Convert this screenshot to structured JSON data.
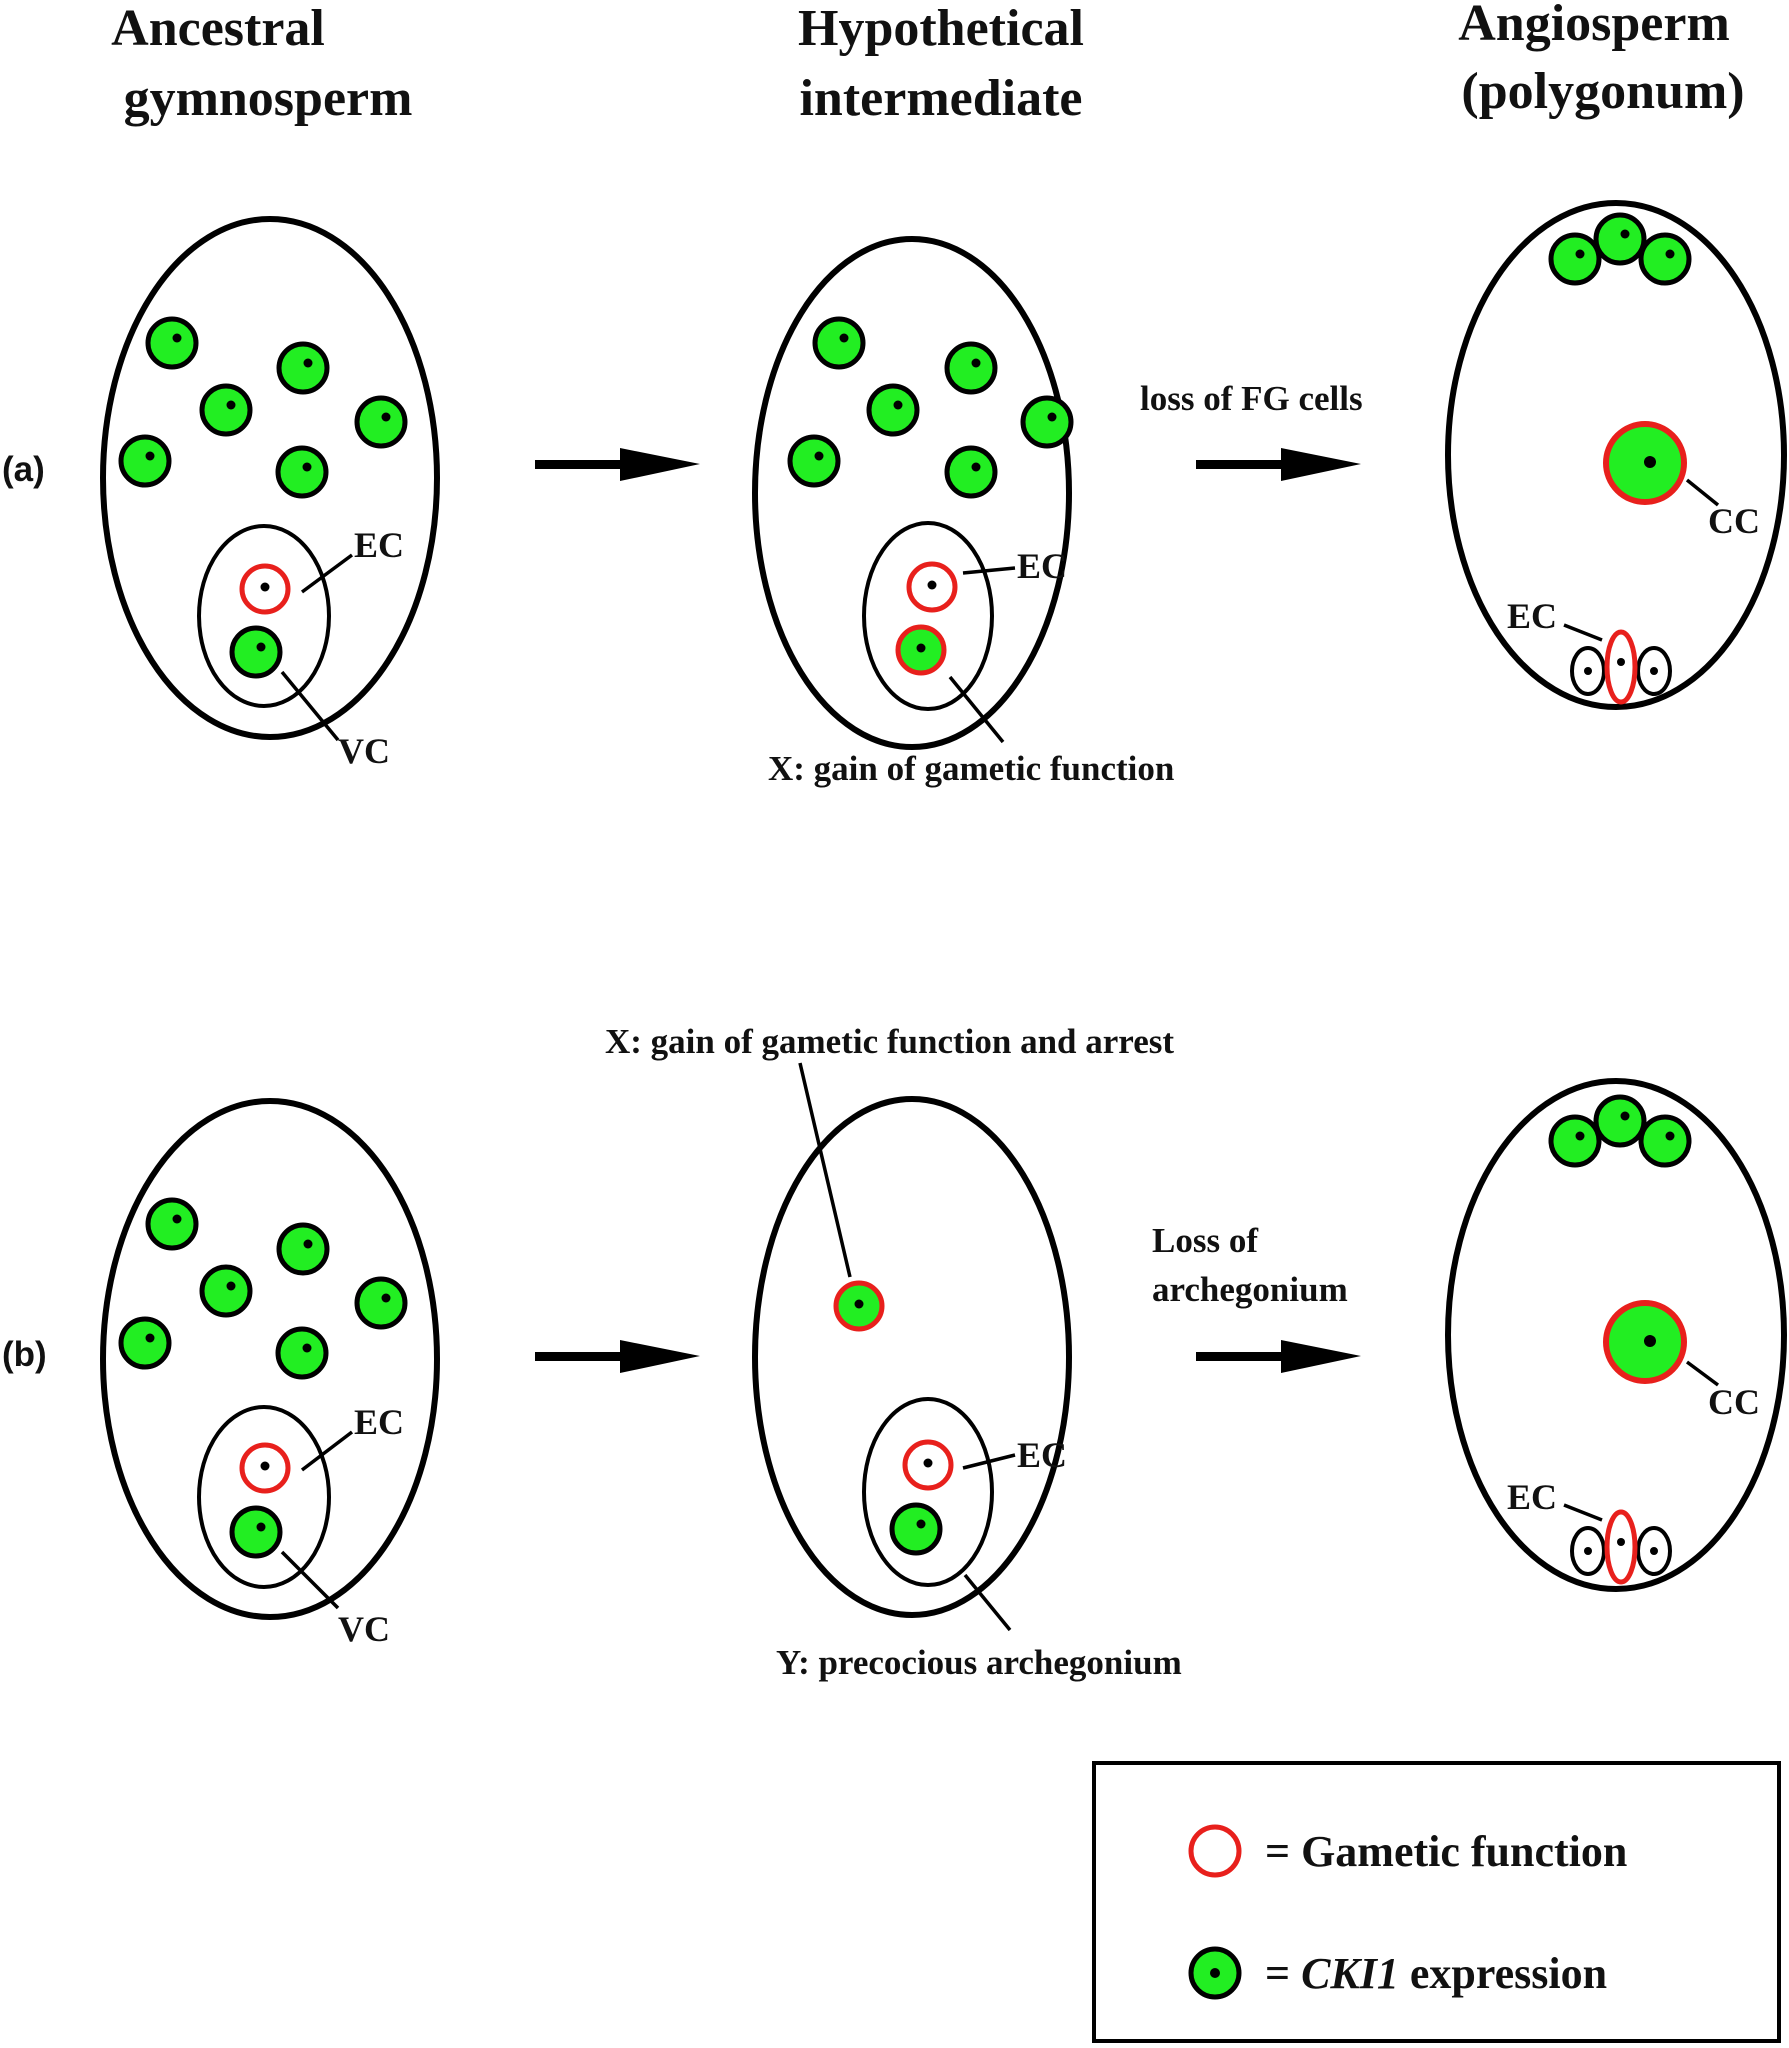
{
  "columns": {
    "col1": {
      "line1": "Ancestral",
      "line2": "gymnosperm"
    },
    "col2": {
      "line1": "Hypothetical",
      "line2": "intermediate"
    },
    "col3": {
      "line1": "Angiosperm",
      "line2": "(polygonum)"
    }
  },
  "panels": {
    "a": {
      "label": "(a)",
      "ec_label": "EC",
      "vc_label": "VC",
      "cc_label": "CC",
      "x_caption": "X: gain of gametic function",
      "transition": "loss of FG cells"
    },
    "b": {
      "label": "(b)",
      "ec_label": "EC",
      "vc_label": "VC",
      "cc_label": "CC",
      "x_caption": "X: gain of gametic function and arrest",
      "y_caption": "Y: precocious archegonium",
      "transition_line1": "Loss of",
      "transition_line2": "archegonium"
    }
  },
  "legend": {
    "gametic": "= Gametic  function",
    "cki_eq": "= ",
    "cki_name": "CKI1",
    "cki_rest": " expression"
  },
  "colors": {
    "cki1_green": "#22ee22",
    "gametic_red": "#e8201c",
    "outline": "#000000"
  }
}
